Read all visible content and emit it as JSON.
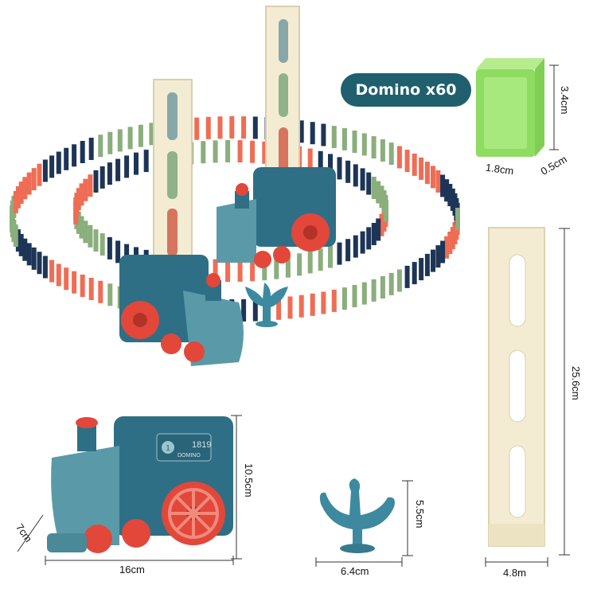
{
  "badge": {
    "label": "Domino x60"
  },
  "dimensions": {
    "domino_height": "3.4cm",
    "domino_width": "1.8cm",
    "domino_depth": "0.5cm",
    "tower_height": "25.6cm",
    "tower_width": "4.8m",
    "train_height": "10.5cm",
    "train_length": "16cm",
    "train_depth": "7cm",
    "stand_height": "5.5cm",
    "stand_width": "6.4cm"
  },
  "train_plate": {
    "number": "1",
    "text": "1819",
    "subtext": "DOMINO"
  },
  "colors": {
    "train_body": "#2f6f86",
    "train_light": "#5a9aa8",
    "wheel_red": "#e2473a",
    "domino_green": "#8fdc63",
    "tower_cream": "#f3ecd3",
    "domino_coral": "#ef6d55",
    "domino_navy": "#1d3556",
    "domino_sage": "#8aae7c",
    "badge_bg": "#1f5f6e"
  }
}
